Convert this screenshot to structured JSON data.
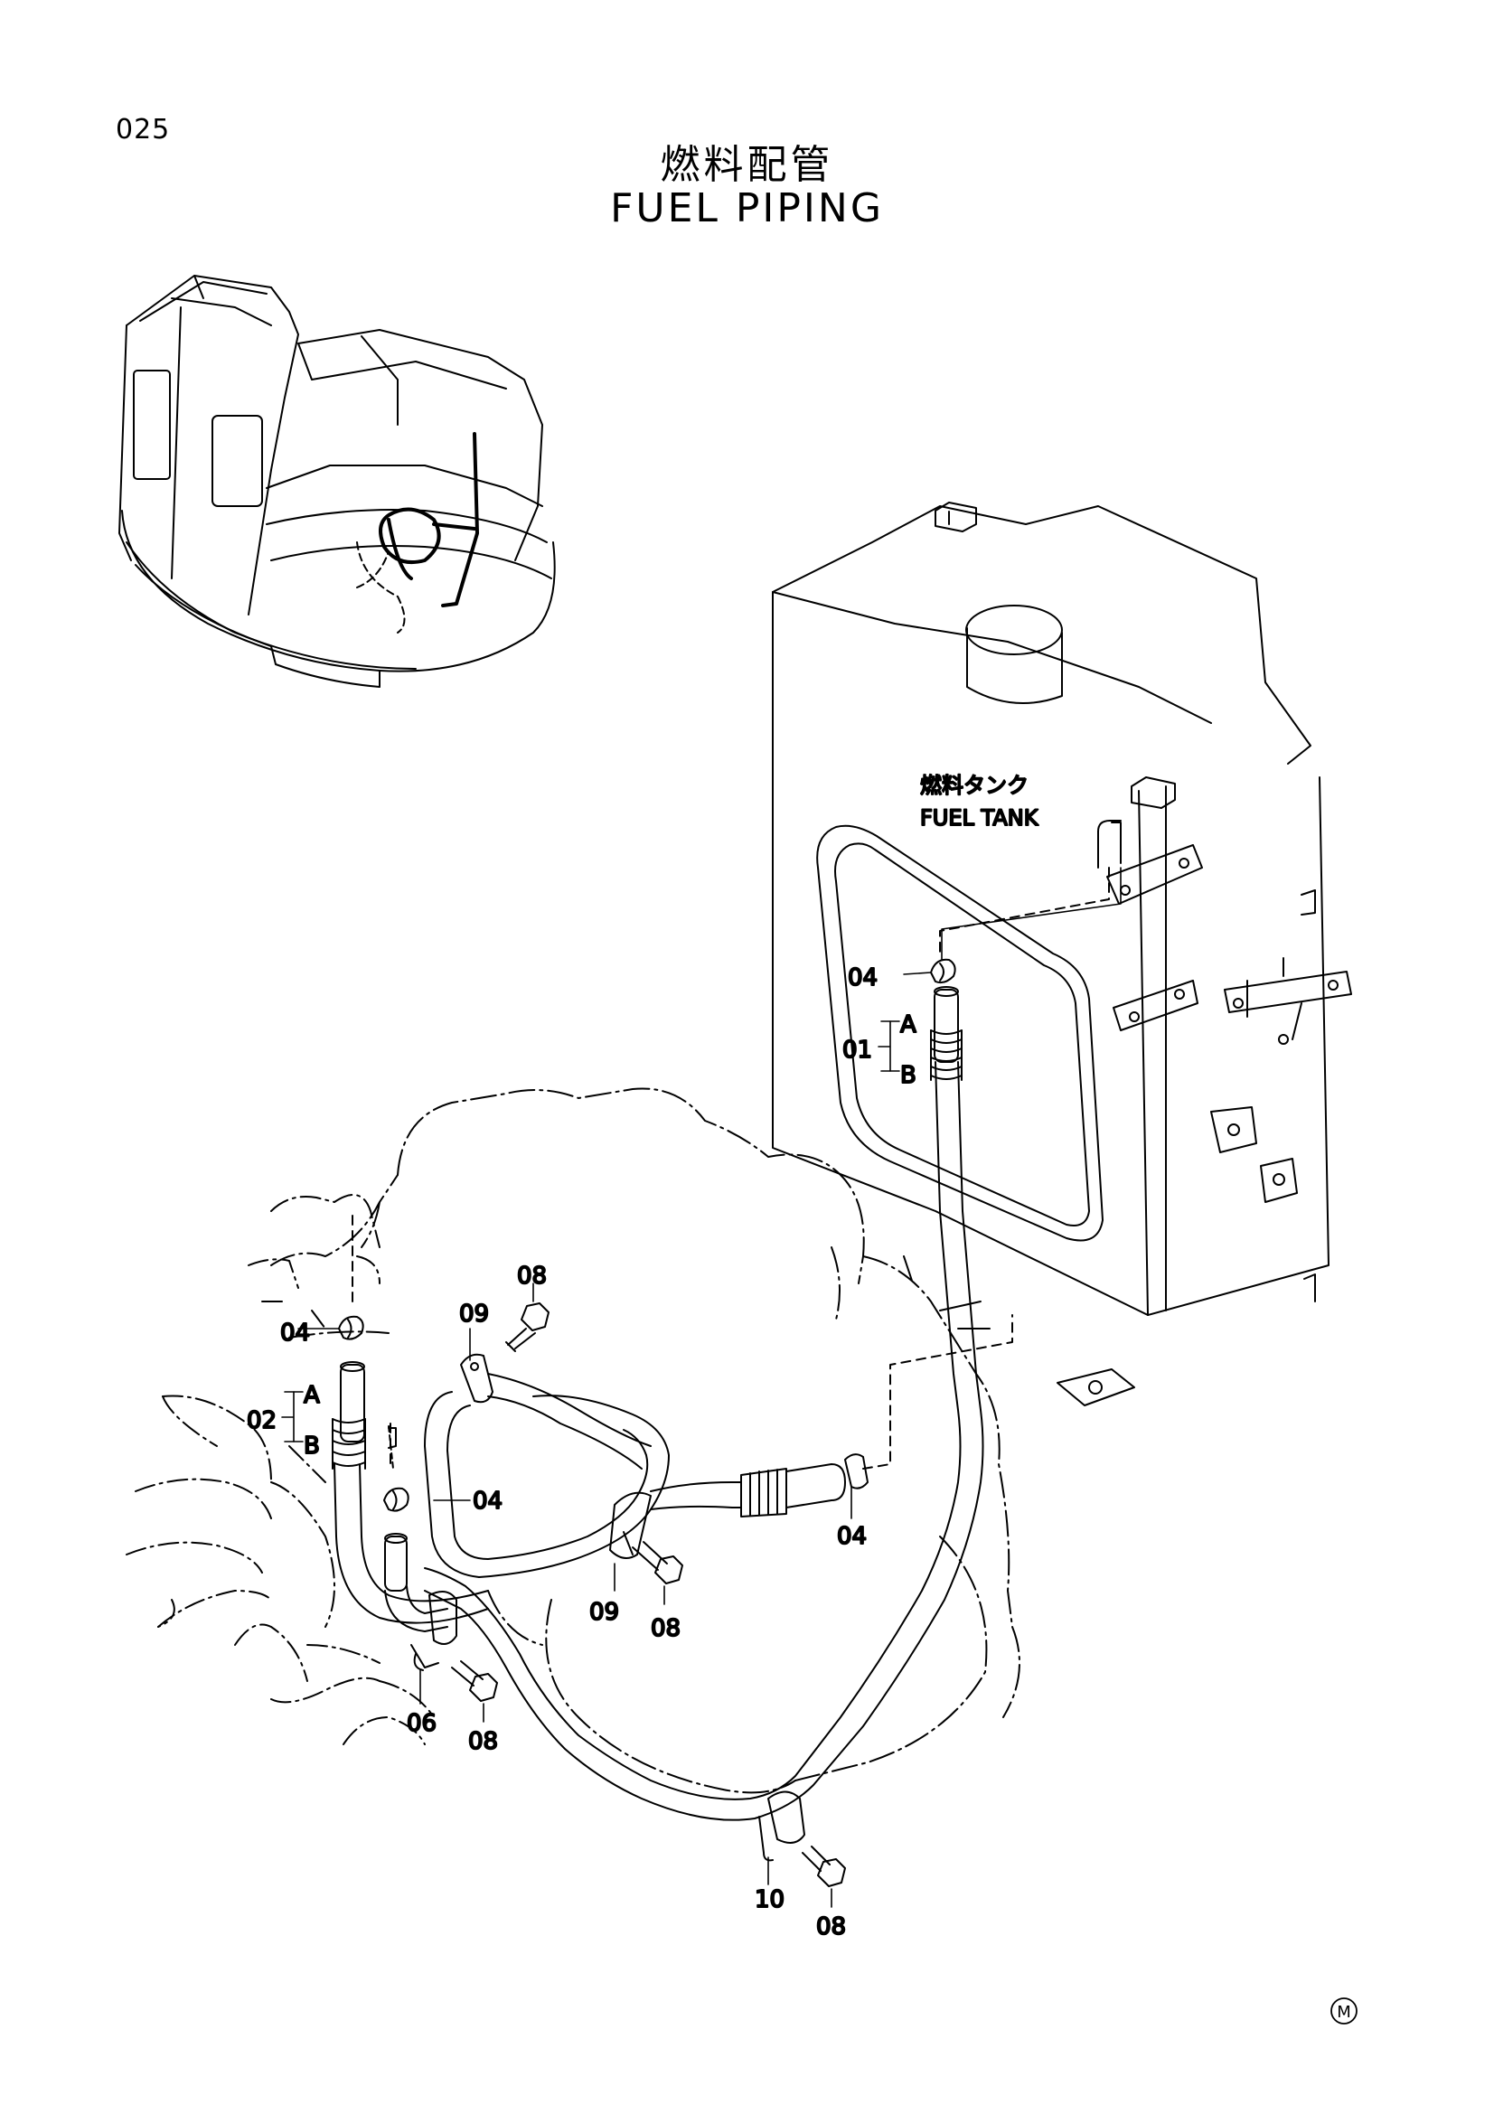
{
  "page_number": "025",
  "title_jp": "燃料配管",
  "title_en": "FUEL PIPING",
  "tank_label_jp": "燃料タンク",
  "tank_label_en": "FUEL TANK",
  "callouts": {
    "c04_top": "04",
    "c01": "01",
    "c01_a": "A",
    "c01_b": "B",
    "c04_left": "04",
    "c02": "02",
    "c02_a": "A",
    "c02_b": "B",
    "c09_top": "09",
    "c08_top": "08",
    "c04_mid": "04",
    "c04_right": "04",
    "c09_bottom": "09",
    "c08_mid": "08",
    "c06": "06",
    "c08_left": "08",
    "c10": "10",
    "c08_bottom": "08"
  },
  "mark": "M"
}
